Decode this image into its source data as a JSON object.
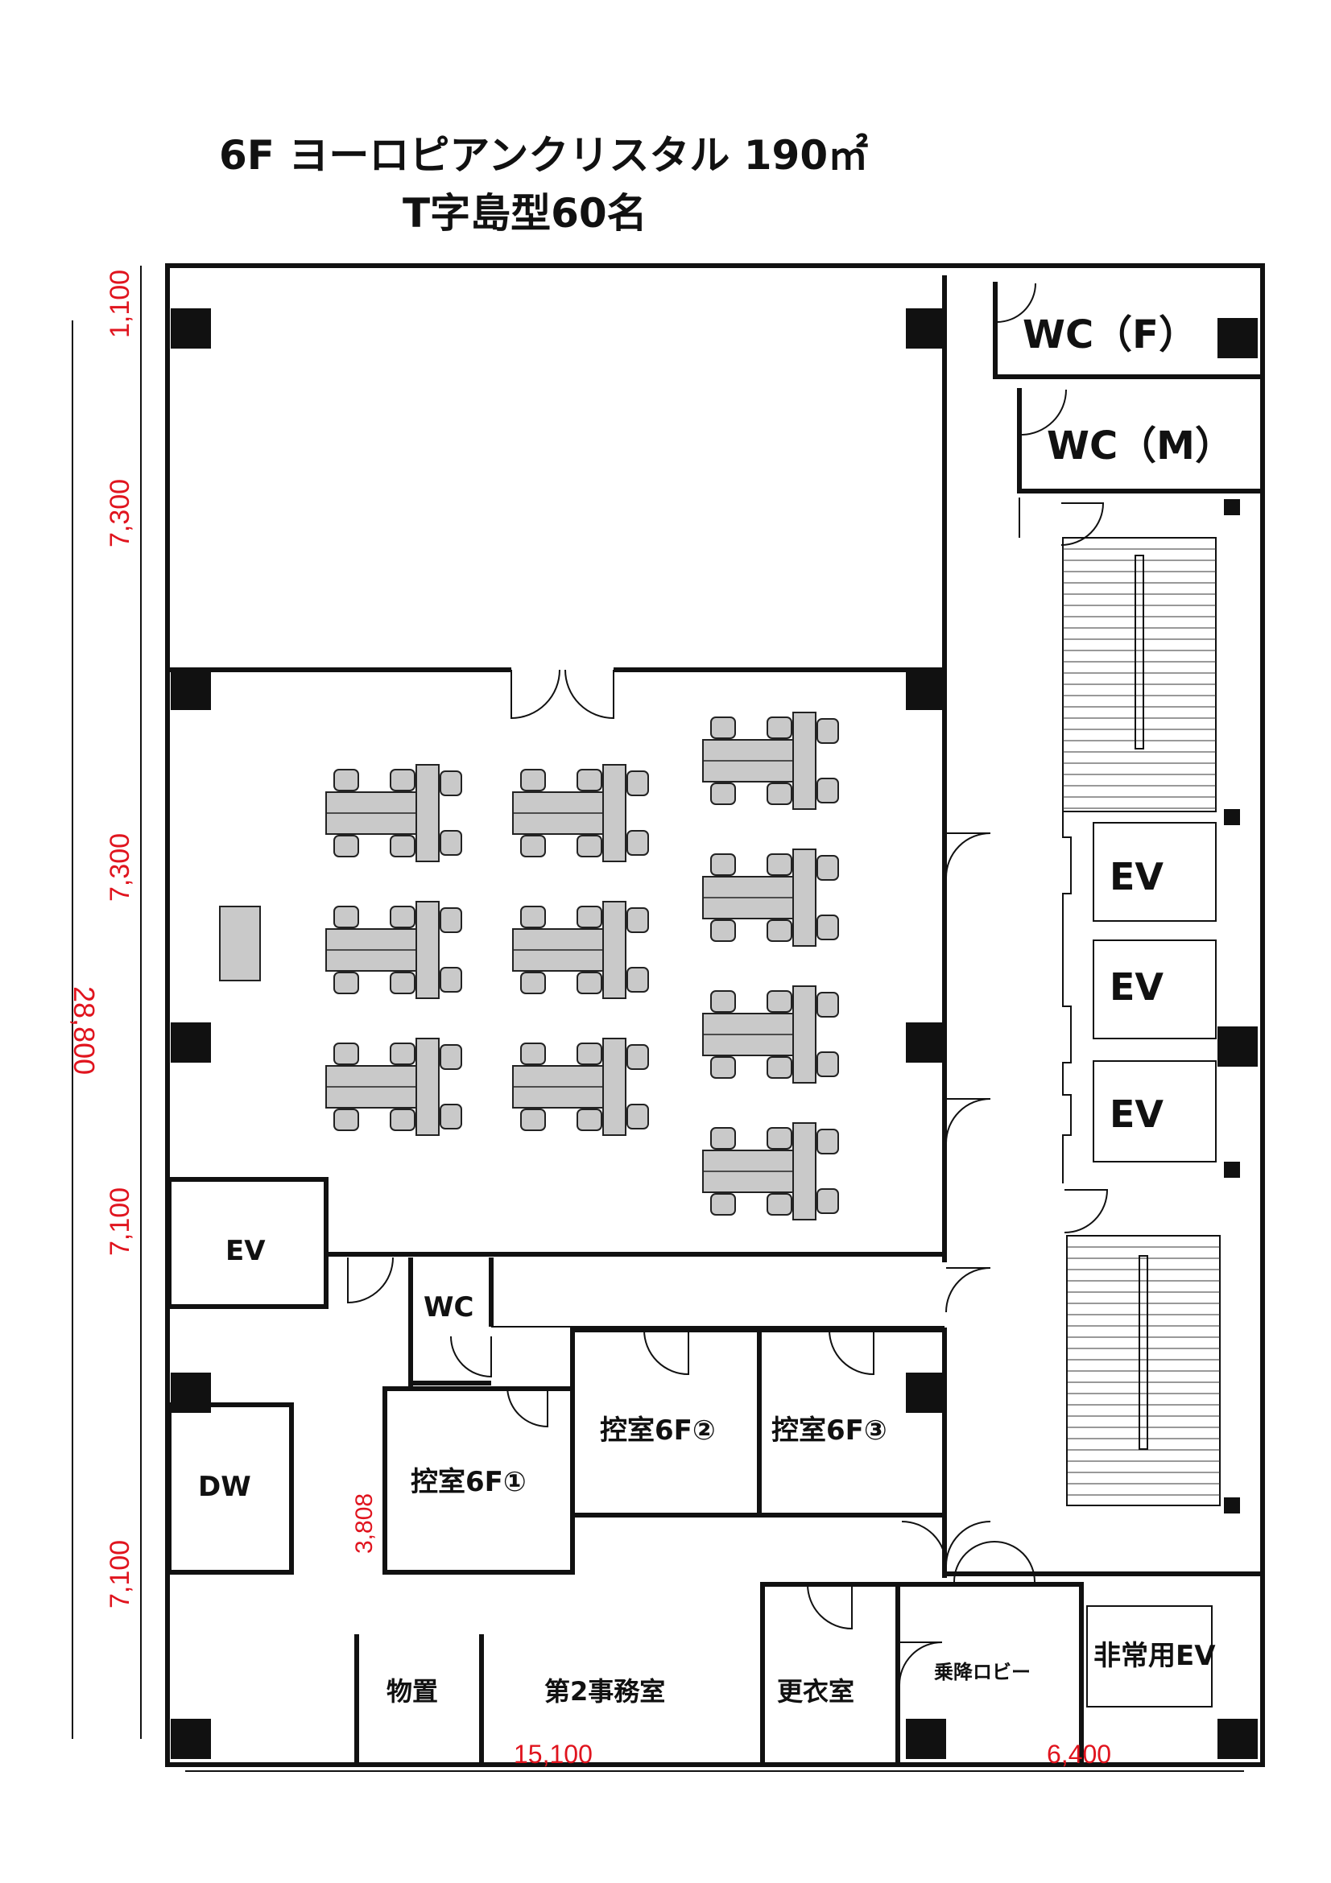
{
  "title": {
    "line1": "6F ヨーロピアンクリスタル 190㎡",
    "line2": "T字島型60名"
  },
  "rooms": {
    "wc_f": "WC（F）",
    "wc_m": "WC（M）",
    "ev1": "EV",
    "ev2": "EV",
    "ev3": "EV",
    "ev_left": "EV",
    "wc": "WC",
    "dw": "DW",
    "hikae1": "控室6F①",
    "hikae2": "控室6F②",
    "hikae3": "控室6F③",
    "monooki": "物置",
    "jimushitsu": "第2事務室",
    "koui": "更衣室",
    "lobby": "乗降ロビー",
    "emergency_ev": "非常用EV"
  },
  "dimensions": {
    "total": "28,800",
    "seg1": "1,100",
    "seg2": "7,300",
    "seg3": "7,300",
    "seg4": "7,100",
    "seg5": "7,100",
    "room_width": "3,808",
    "bottom_left": "15,100",
    "bottom_right": "6,400"
  },
  "colors": {
    "dimension": "#e0141e",
    "wall": "#111111",
    "furniture": "#c9c9c9"
  }
}
